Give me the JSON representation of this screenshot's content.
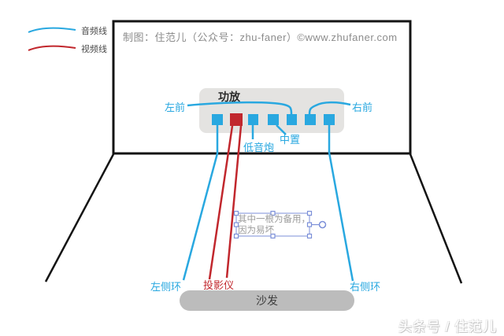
{
  "colors": {
    "audio_line": "#29a8e0",
    "video_line": "#c1272d",
    "wall_stroke": "#141414",
    "amp_fill": "#e4e3e1",
    "sofa_fill": "#bcbcbc",
    "selection_handle": "#7b8fd8"
  },
  "legend": {
    "audio_label": "音频线",
    "video_label": "视频线"
  },
  "wall": {
    "credit": "制图：住范儿（公众号：zhu-faner）©www.zhufaner.com"
  },
  "amp": {
    "label": "功放",
    "ports": [
      {
        "index": 1,
        "type": "audio"
      },
      {
        "index": 2,
        "type": "video"
      },
      {
        "index": 3,
        "type": "audio"
      },
      {
        "index": 4,
        "type": "audio"
      },
      {
        "index": 5,
        "type": "audio"
      },
      {
        "index": 6,
        "type": "audio"
      },
      {
        "index": 7,
        "type": "audio"
      }
    ]
  },
  "labels": {
    "front_left": "左前",
    "front_right": "右前",
    "subwoofer": "低音炮",
    "center": "中置",
    "surround_left": "左侧环",
    "projector": "投影仪",
    "surround_right": "右侧环"
  },
  "sofa": {
    "label": "沙发"
  },
  "annotation": {
    "line1": "其中一根为备用，",
    "line2": "因为易坏"
  },
  "watermark": {
    "text": "头条号 / 住范儿"
  }
}
